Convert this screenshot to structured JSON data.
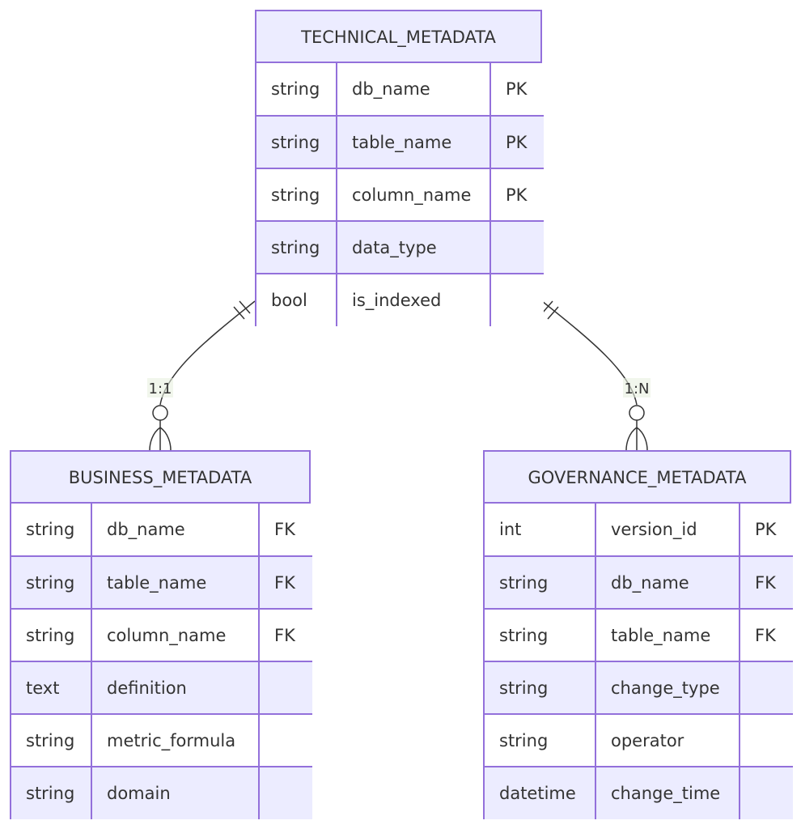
{
  "entities": {
    "technical": {
      "name": "TECHNICAL_METADATA",
      "rows": [
        {
          "type": "string",
          "name": "db_name",
          "key": "PK"
        },
        {
          "type": "string",
          "name": "table_name",
          "key": "PK"
        },
        {
          "type": "string",
          "name": "column_name",
          "key": "PK"
        },
        {
          "type": "string",
          "name": "data_type",
          "key": ""
        },
        {
          "type": "bool",
          "name": "is_indexed",
          "key": ""
        }
      ]
    },
    "business": {
      "name": "BUSINESS_METADATA",
      "rows": [
        {
          "type": "string",
          "name": "db_name",
          "key": "FK"
        },
        {
          "type": "string",
          "name": "table_name",
          "key": "FK"
        },
        {
          "type": "string",
          "name": "column_name",
          "key": "FK"
        },
        {
          "type": "text",
          "name": "definition",
          "key": ""
        },
        {
          "type": "string",
          "name": "metric_formula",
          "key": ""
        },
        {
          "type": "string",
          "name": "domain",
          "key": ""
        }
      ]
    },
    "governance": {
      "name": "GOVERNANCE_METADATA",
      "rows": [
        {
          "type": "int",
          "name": "version_id",
          "key": "PK"
        },
        {
          "type": "string",
          "name": "db_name",
          "key": "FK"
        },
        {
          "type": "string",
          "name": "table_name",
          "key": "FK"
        },
        {
          "type": "string",
          "name": "change_type",
          "key": ""
        },
        {
          "type": "string",
          "name": "operator",
          "key": ""
        },
        {
          "type": "datetime",
          "name": "change_time",
          "key": ""
        }
      ]
    }
  },
  "relationships": [
    {
      "from": "TECHNICAL_METADATA",
      "to": "BUSINESS_METADATA",
      "label": "1:1"
    },
    {
      "from": "TECHNICAL_METADATA",
      "to": "GOVERNANCE_METADATA",
      "label": "1:N"
    }
  ],
  "colors": {
    "border": "#9370DB",
    "header_fill": "#ECECFF",
    "line": "#333333",
    "label_bg": "#E8F0E0"
  }
}
